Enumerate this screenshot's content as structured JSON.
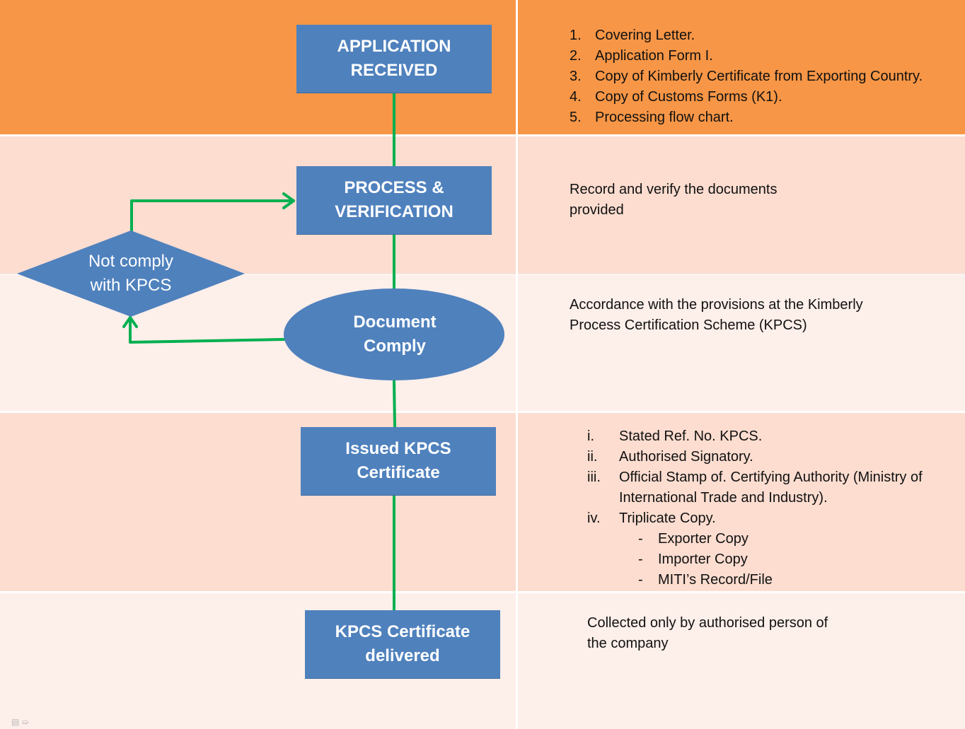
{
  "colors": {
    "band_1": "#f79646",
    "band_2": "#fcddd0",
    "band_3": "#fdefea",
    "band_4": "#fcddd0",
    "band_5": "#fdefea",
    "box_fill": "#4f81bd",
    "connector": "#00b050"
  },
  "flow": {
    "application_received": {
      "line1": "APPLICATION",
      "line2": "RECEIVED"
    },
    "process_verification": {
      "line1": "PROCESS &",
      "line2": "VERIFICATION"
    },
    "not_comply": {
      "line1": "Not comply",
      "line2": "with KPCS"
    },
    "document_comply": {
      "line1": "Document",
      "line2": "Comply"
    },
    "issued_certificate": {
      "line1": "Issued KPCS",
      "line2": "Certificate"
    },
    "certificate_delivered": {
      "line1": "KPCS Certificate",
      "line2": "delivered"
    }
  },
  "notes": {
    "step1_items": [
      {
        "marker": "1.",
        "text": "Covering Letter."
      },
      {
        "marker": "2.",
        "text": "Application Form I."
      },
      {
        "marker": "3.",
        "text": "Copy of Kimberly  Certificate from Exporting Country."
      },
      {
        "marker": "4.",
        "text": "Copy of Customs Forms  (K1)."
      },
      {
        "marker": "5.",
        "text": "Processing flow chart."
      }
    ],
    "step2": {
      "line1": "Record and verify the documents",
      "line2": "provided"
    },
    "step3": {
      "line1": "Accordance with the provisions at the Kimberly",
      "line2": "Process Certification Scheme (KPCS)"
    },
    "step4_items": [
      {
        "marker": "i.",
        "text": "Stated Ref. No. KPCS."
      },
      {
        "marker": "ii.",
        "text": "Authorised Signatory."
      },
      {
        "marker": "iii.",
        "text": "Official Stamp of.  Certifying Authority  (Ministry of International Trade and Industry)."
      },
      {
        "marker": "iv.",
        "text": "Triplicate Copy."
      }
    ],
    "step4_subitems": [
      {
        "marker": "-",
        "text": "Exporter Copy"
      },
      {
        "marker": "-",
        "text": "Importer Copy"
      },
      {
        "marker": "-",
        "text": "MITI’s Record/File"
      }
    ],
    "step5": {
      "line1": "Collected only by authorised person of",
      "line2": "the company"
    }
  }
}
